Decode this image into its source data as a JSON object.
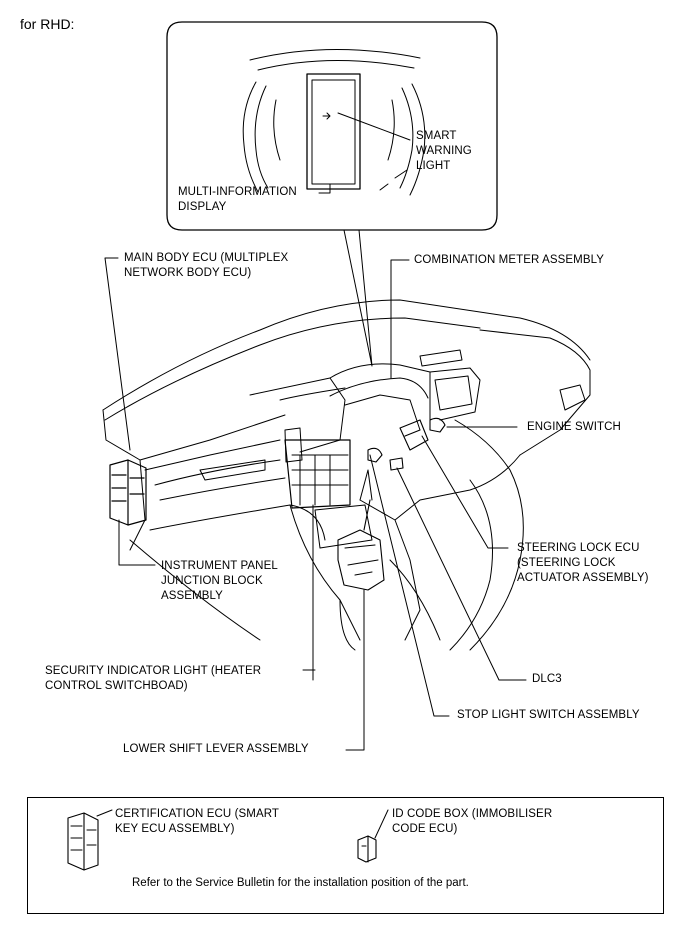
{
  "header": "for RHD:",
  "inset": {
    "smart_warning_light": [
      "SMART",
      "WARNING",
      "LIGHT"
    ],
    "multi_information_display": [
      "MULTI-INFORMATION",
      "DISPLAY"
    ]
  },
  "callouts": {
    "main_body_ecu": [
      "MAIN BODY ECU (MULTIPLEX",
      "NETWORK BODY ECU)"
    ],
    "combination_meter": "COMBINATION METER ASSEMBLY",
    "engine_switch": "ENGINE SWITCH",
    "steering_lock_ecu": [
      "STEERING LOCK ECU",
      "(STEERING LOCK",
      "ACTUATOR ASSEMBLY)"
    ],
    "instrument_panel_jb": [
      "INSTRUMENT PANEL",
      "JUNCTION BLOCK",
      "ASSEMBLY"
    ],
    "dlc3": "DLC3",
    "security_indicator": [
      "SECURITY INDICATOR LIGHT (HEATER",
      "CONTROL SWITCHBOAD)"
    ],
    "stop_light_switch": "STOP LIGHT SWITCH ASSEMBLY",
    "lower_shift_lever": "LOWER SHIFT LEVER ASSEMBLY"
  },
  "legend": {
    "certification_ecu": [
      "CERTIFICATION ECU (SMART",
      "KEY ECU ASSEMBLY)"
    ],
    "id_code_box": [
      "ID CODE BOX (IMMOBILISER",
      "CODE ECU)"
    ],
    "note": "Refer to the Service Bulletin for the installation position of the part."
  }
}
